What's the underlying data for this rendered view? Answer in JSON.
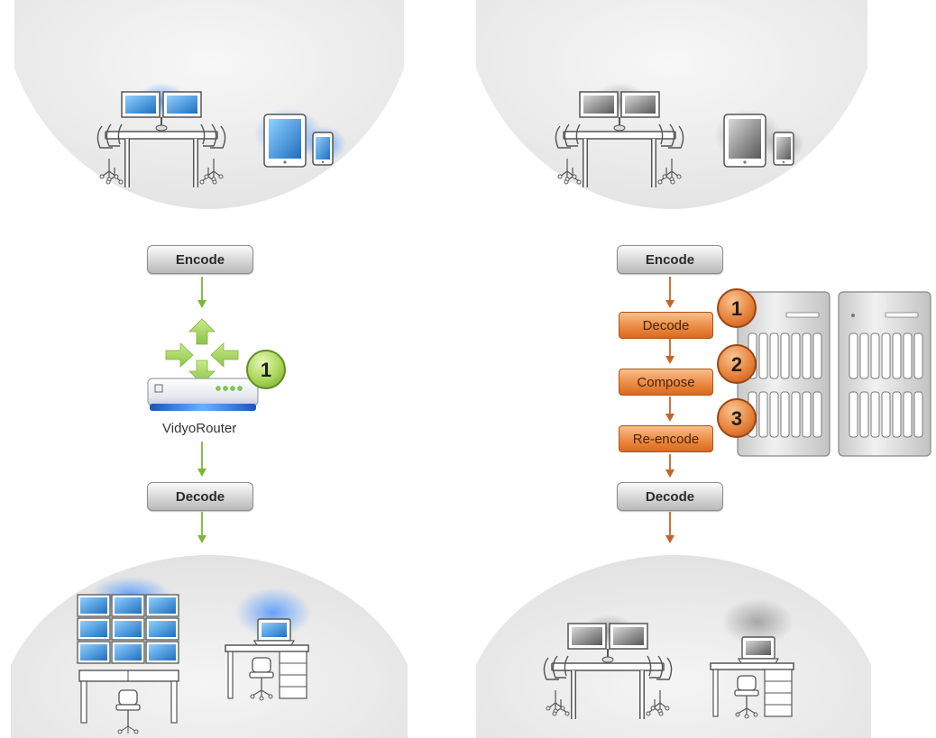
{
  "left": {
    "encode_label": "Encode",
    "decode_label": "Decode",
    "router_label": "VidyoRouter",
    "badge": "1"
  },
  "right": {
    "encode_label": "Encode",
    "decode_label": "Decode",
    "steps": [
      {
        "label": "Decode",
        "badge": "1"
      },
      {
        "label": "Compose",
        "badge": "2"
      },
      {
        "label": "Re-encode",
        "badge": "3"
      }
    ]
  },
  "colors": {
    "green_arrow": "#7fb539",
    "orange_arrow": "#c8622a",
    "glow_blue": "#4a90ff",
    "screen_blue": "#3b8fd6",
    "screen_gray": "#6d6d6d"
  }
}
